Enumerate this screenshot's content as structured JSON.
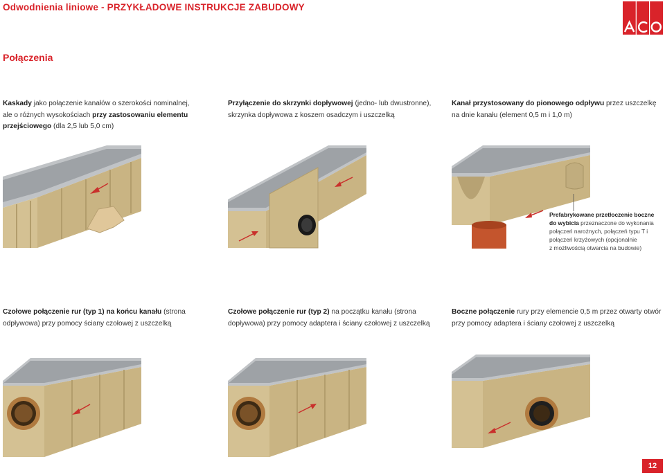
{
  "header": {
    "title_part1": "Odwodnienia liniowe - ",
    "title_part2": "PRZYKŁADOWE INSTRUKCJE ZABUDOWY",
    "logo_text": "ACO"
  },
  "section_title": "Połączenia",
  "captions": {
    "c1": {
      "bold1": "Kaskady",
      "text1": " jako połączenie kanałów o szerokości nominalnej,",
      "text2": "ale o różnych wysokościach ",
      "bold2": "przy zastosowaniu elementu",
      "bold3": "przejściowego",
      "text3": " (dla 2,5 lub 5,0 cm)"
    },
    "c2": {
      "bold1": "Przyłączenie do skrzynki dopływowej",
      "text1": " (jedno- lub dwustronne),",
      "text2": "skrzynka dopływowa z koszem osadczym i uszczelką"
    },
    "c3": {
      "bold1": "Kanał przystosowany do pionowego odpływu",
      "text1": " przez uszczelkę",
      "text2": "na dnie kanału (element 0,5 m i 1,0 m)"
    },
    "c4": {
      "bold1": "Czołowe połączenie rur (typ 1) na końcu kanału",
      "text1": " (strona",
      "text2": "odpływowa) przy pomocy ściany czołowej z uszczelką"
    },
    "c5": {
      "bold1": "Czołowe połączenie rur (typ 2)",
      "text1": " na początku kanału (strona",
      "text2": "dopływowa) przy pomocy adaptera i ściany czołowej z uszczelką"
    },
    "c6": {
      "bold1": "Boczne połączenie",
      "text1": " rury przy elemencie 0,5 m przez otwarty otwór",
      "text2": "przy pomocy adaptera i ściany czołowej z uszczelką"
    }
  },
  "note": {
    "bold1": "Prefabrykowane przetłoczenie boczne",
    "bold2": "do wybicia",
    "text1": " przeznaczone do wykonania",
    "text2": "połączeń narożnych, połączeń typu T i",
    "text3": "połączeń krzyżowych (opcjonalnie",
    "text4": "z możliwością otwarcia na budowie)"
  },
  "page_number": "12",
  "colors": {
    "brand_red": "#d9232a",
    "channel_tan": "#d8c59a",
    "grate_steel": "#b9bcbf",
    "pipe_orange": "#c4552d"
  }
}
